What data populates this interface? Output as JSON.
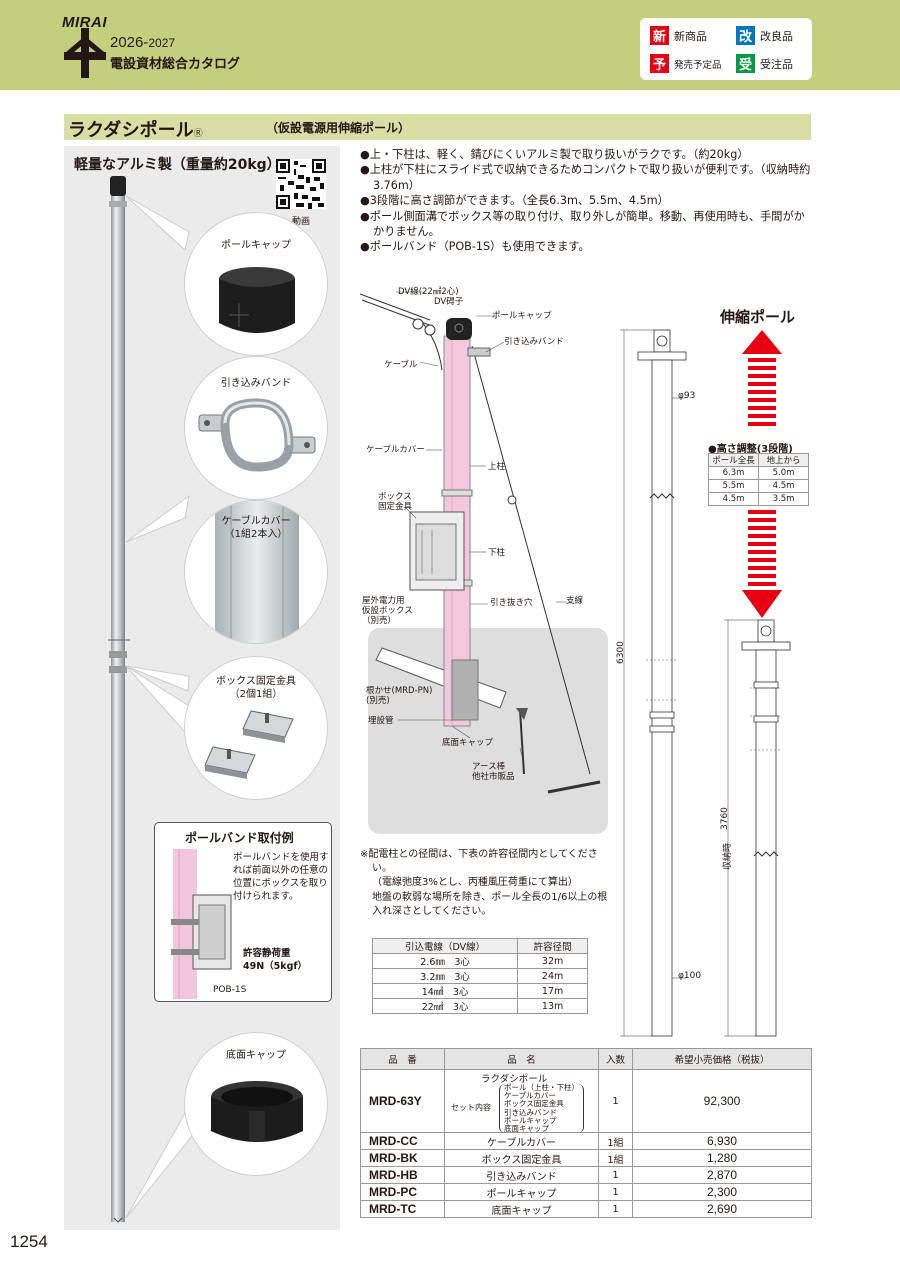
{
  "header": {
    "logo_text": "MIRAI",
    "year": "2026-",
    "year_small": "2027",
    "catalog_title": "電設資材総合カタログ",
    "legend": [
      {
        "mark": "新",
        "label": "新商品",
        "color": "#e60012"
      },
      {
        "mark": "改",
        "label": "改良品",
        "color": "#0075c2"
      },
      {
        "mark": "予",
        "label": "発売予定品",
        "color": "#e60012"
      },
      {
        "mark": "受",
        "label": "受注品",
        "color": "#009a44"
      }
    ]
  },
  "title": {
    "main": "ラクダシポール",
    "reg": "Ⓡ",
    "sub": "（仮設電源用伸縮ポール）"
  },
  "left_panel": {
    "title": "軽量なアルミ製（重量約20kg）",
    "qr_label": "動画",
    "parts": [
      {
        "label": "ポールキャップ",
        "icon": "pole-cap-icon"
      },
      {
        "label": "引き込みバンド",
        "icon": "drop-band-icon"
      },
      {
        "label": "ケーブルカバー\n（1組2本入）",
        "icon": "cable-cover-icon"
      },
      {
        "label": "ボックス固定金具\n（2個1組）",
        "icon": "box-bracket-icon"
      },
      {
        "label": "底面キャップ",
        "icon": "bottom-cap-icon"
      }
    ],
    "band_example": {
      "title": "ポールバンド取付例",
      "desc": "ポールバンドを使用すれば前面以外の任意の位置にボックスを取り付けられます。",
      "load_label": "許容静荷重",
      "load_value": "49N（5kgf）",
      "part": "POB-1S"
    }
  },
  "features": [
    "●上・下柱は、軽く、錆びにくいアルミ製で取り扱いがラクです。（約20kg）",
    "●上柱が下柱にスライド式で収納できるためコンパクトで取り扱いが便利です。（収納時約3.76m）",
    "●3段階に高さ調節ができます。（全長6.3m、5.5m、4.5m）",
    "●ポール側面溝でボックス等の取り付け、取り外しが簡単。移動、再使用時も、手間がかかりません。",
    "●ポールバンド（POB-1S）も使用できます。"
  ],
  "diagram": {
    "labels": {
      "dv_wire": "DV線(22㎟2心)",
      "dv_insulator": "DV碍子",
      "pole_cap": "ポールキャップ",
      "drop_band": "引き込みバンド",
      "cable": "ケーブル",
      "cable_cover": "ケーブルカバー",
      "upper_pole": "上柱",
      "box_bracket": "ボックス\n固定金具",
      "lower_pole": "下柱",
      "outdoor_box": "屋外電力用\n仮設ボックス\n（別売）",
      "pull_hole": "引き抜き穴",
      "stay_wire": "支線",
      "root_brace": "根かせ(MRD-PN)\n(別売)",
      "buried_pipe": "埋設管",
      "bottom_cap": "底面キャップ",
      "earth_rod": "アース棒\n他社市販品"
    },
    "telescopic_title": "伸縮ポール",
    "dims": {
      "top_dia": "φ93",
      "bottom_dia": "φ100",
      "full_len": "6300",
      "stored_len": "3760",
      "stored_label": "収納時"
    },
    "height_adjust": {
      "title": "●高さ調整(3段階)",
      "headers": [
        "ポール全長",
        "地上から"
      ],
      "rows": [
        [
          "6.3m",
          "5.0m"
        ],
        [
          "5.5m",
          "4.5m"
        ],
        [
          "4.5m",
          "3.5m"
        ]
      ]
    }
  },
  "note": {
    "lines": [
      "※配電柱との径間は、下表の許容径間内としてください。",
      "（電線弛度3%とし、丙種風圧荷重にて算出）",
      "地盤の軟弱な場所を除き、ポール全長の1/6以上の根入れ深さとしてください。"
    ]
  },
  "span_table": {
    "headers": [
      "引込電線（DV線）",
      "許容径間"
    ],
    "rows": [
      [
        "2.6㎜　3心",
        "32m"
      ],
      [
        "3.2㎜　3心",
        "24m"
      ],
      [
        "14㎟　3心",
        "17m"
      ],
      [
        "22㎟　3心",
        "13m"
      ]
    ]
  },
  "product_table": {
    "headers": [
      "品　番",
      "品　名",
      "入数",
      "希望小売価格（税抜）"
    ],
    "main": {
      "code": "MRD-63Y",
      "name": "ラクダシポール",
      "set_label": "セット内容",
      "set_items": "ポール（上柱・下柱）\nケーブルカバー\nボックス固定金具\n引き込みバンド\nポールキャップ\n底面キャップ",
      "qty": "1",
      "price": "92,300"
    },
    "rows": [
      {
        "code": "MRD-CC",
        "name": "ケーブルカバー",
        "qty": "1組",
        "price": "6,930"
      },
      {
        "code": "MRD-BK",
        "name": "ボックス固定金具",
        "qty": "1組",
        "price": "1,280"
      },
      {
        "code": "MRD-HB",
        "name": "引き込みバンド",
        "qty": "1",
        "price": "2,870"
      },
      {
        "code": "MRD-PC",
        "name": "ポールキャップ",
        "qty": "1",
        "price": "2,300"
      },
      {
        "code": "MRD-TC",
        "name": "底面キャップ",
        "qty": "1",
        "price": "2,690"
      }
    ]
  },
  "page_number": "1254"
}
